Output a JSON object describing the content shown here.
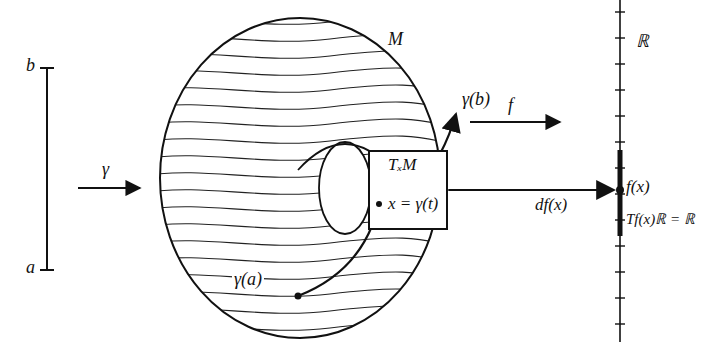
{
  "diagram": {
    "nodes": [
      {
        "text": [
          "TₓM",
          "x = γ(t)"
        ]
      },
      {
        "text": [
          "f(x)",
          "Tf(x)ℝ = ℝ"
        ]
      }
    ],
    "edges": [
      {
        "from": 0,
        "to": 1,
        "label": "df(x)",
        "arrow": "to"
      }
    ],
    "labels": [
      "b",
      "a",
      "γ",
      "M",
      "γ(b)",
      "γ(a)",
      "f",
      "ℝ"
    ]
  }
}
